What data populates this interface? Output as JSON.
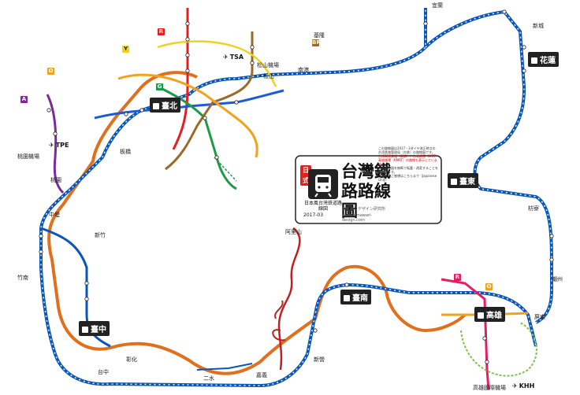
{
  "title": {
    "main": "台灣鐵路路線圖",
    "badge": "日式",
    "subtitle": "日本風台灣鉄道路線図",
    "date": "2017-03",
    "brand": "ひまわりデザイン研究所",
    "url": "www.himawari-design.com"
  },
  "notice": {
    "lines": [
      "この路線図は2017・3ダイヤ改正時点の",
      "台湾鉄路管理局（台鉄）の路線図です。",
      "台湾高速鉄道（高鉄）、台北捷運（MRT）",
      "高雄捷運（KMRT）の路線も表示しています。",
      "この路線図を無断で転載・改変することを",
      "禁止します。",
      "ご意見・ご感想はこちらまで（Japanese Only）"
    ]
  },
  "cities": [
    {
      "id": "taipei",
      "label": "臺北"
    },
    {
      "id": "hualien",
      "label": "花蓮"
    },
    {
      "id": "taitung",
      "label": "臺東"
    },
    {
      "id": "taichung",
      "label": "臺中"
    },
    {
      "id": "tainan",
      "label": "臺南"
    },
    {
      "id": "kaohsiung",
      "label": "高雄"
    }
  ],
  "airports": [
    {
      "id": "tsa",
      "code": "TSA",
      "name": "松山機場"
    },
    {
      "id": "tpe",
      "code": "TPE",
      "name": "桃園機場"
    },
    {
      "id": "khh",
      "code": "KHH",
      "name": "高雄國際機場"
    }
  ],
  "stations": [
    {
      "id": "yilan",
      "label": "宜蘭"
    },
    {
      "id": "xincheng",
      "label": "新城"
    },
    {
      "id": "keelung",
      "label": "基隆"
    },
    {
      "id": "songshan",
      "label": "松山"
    },
    {
      "id": "nangang",
      "label": "南港"
    },
    {
      "id": "banqiao",
      "label": "板橋"
    },
    {
      "id": "taoyuan",
      "label": "桃園"
    },
    {
      "id": "zhongli",
      "label": "中壢"
    },
    {
      "id": "hsinchu",
      "label": "新竹"
    },
    {
      "id": "zhunan",
      "label": "竹南"
    },
    {
      "id": "changhua",
      "label": "彰化"
    },
    {
      "id": "chiayi",
      "label": "嘉義"
    },
    {
      "id": "xinying",
      "label": "新營"
    },
    {
      "id": "fangliao",
      "label": "枋寮"
    },
    {
      "id": "chaozhou",
      "label": "潮州"
    },
    {
      "id": "pingtung",
      "label": "屏東"
    },
    {
      "id": "alishan",
      "label": "阿里山"
    },
    {
      "id": "taichung_hsr",
      "label": "台中"
    },
    {
      "id": "erhshui",
      "label": "二水"
    }
  ],
  "colors": {
    "tra": "#0a56b8",
    "hsr": "#e0701e",
    "mrt_red": "#e02020",
    "mrt_blue": "#1a5bd6",
    "mrt_green": "#1e9a46",
    "mrt_orange": "#f2a21e",
    "mrt_brown": "#9a6a2a",
    "mrt_yellow": "#f0d020",
    "airport_mrt": "#7b2a9a",
    "kmrt_red": "#e02060",
    "kmrt_orange": "#f2a21e",
    "light_rail": "#7cc34a",
    "alishan": "#c02020"
  }
}
